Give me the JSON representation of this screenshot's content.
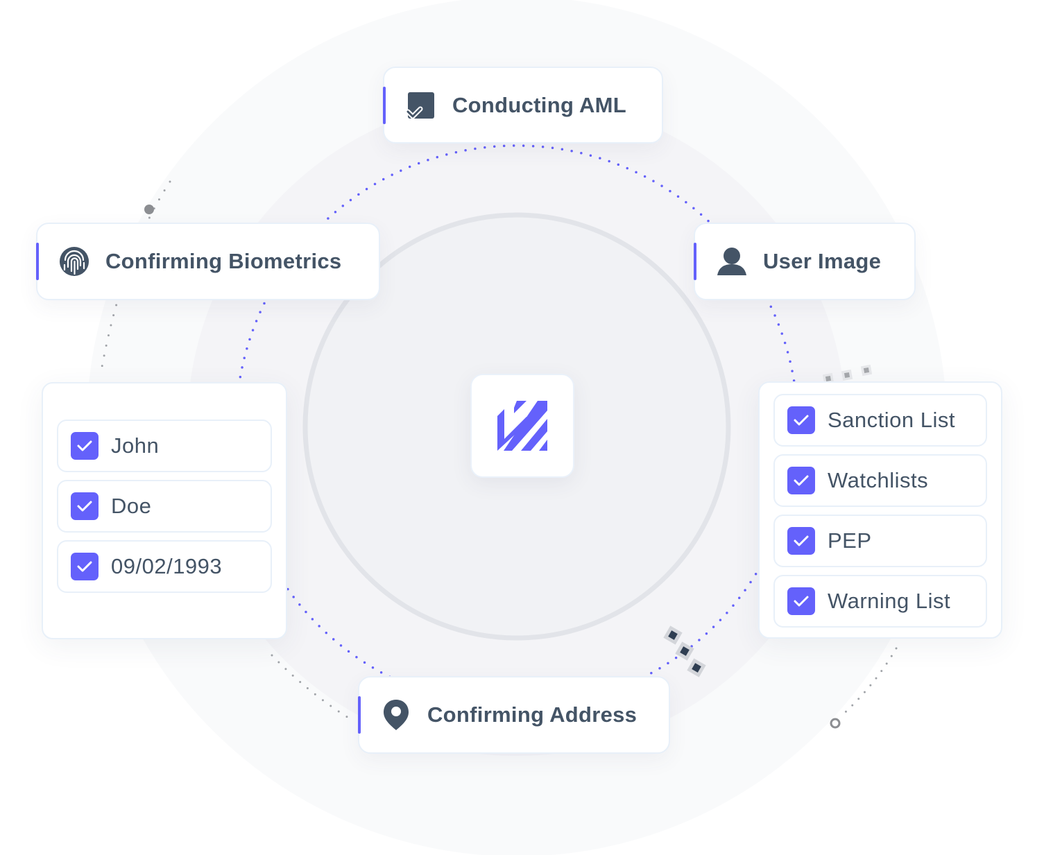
{
  "theme": {
    "accent": "#6461fb",
    "text": "#445466",
    "icon_dark": "#445466",
    "card_border": "#e8f0f9",
    "ring_gray": "#e2e4e9",
    "outer_circle": "#f9fafb",
    "mid_circle": "#f1f2f5"
  },
  "center": {
    "logo_icon": "brand-striped-check-logo"
  },
  "steps": {
    "aml": {
      "label": "Conducting AML",
      "icon": "document-check-icon"
    },
    "biometrics": {
      "label": "Confirming Biometrics",
      "icon": "fingerprint-icon"
    },
    "user_image": {
      "label": "User Image",
      "icon": "user-icon"
    },
    "address": {
      "label": "Confirming Address",
      "icon": "map-pin-icon"
    }
  },
  "identity_panel": {
    "items": [
      {
        "label": "John",
        "checked": true
      },
      {
        "label": "Doe",
        "checked": true
      },
      {
        "label": "09/02/1993",
        "checked": true
      }
    ]
  },
  "screening_panel": {
    "items": [
      {
        "label": "Sanction List",
        "checked": true
      },
      {
        "label": "Watchlists",
        "checked": true
      },
      {
        "label": "PEP",
        "checked": true
      },
      {
        "label": "Warning List",
        "checked": true
      }
    ]
  }
}
